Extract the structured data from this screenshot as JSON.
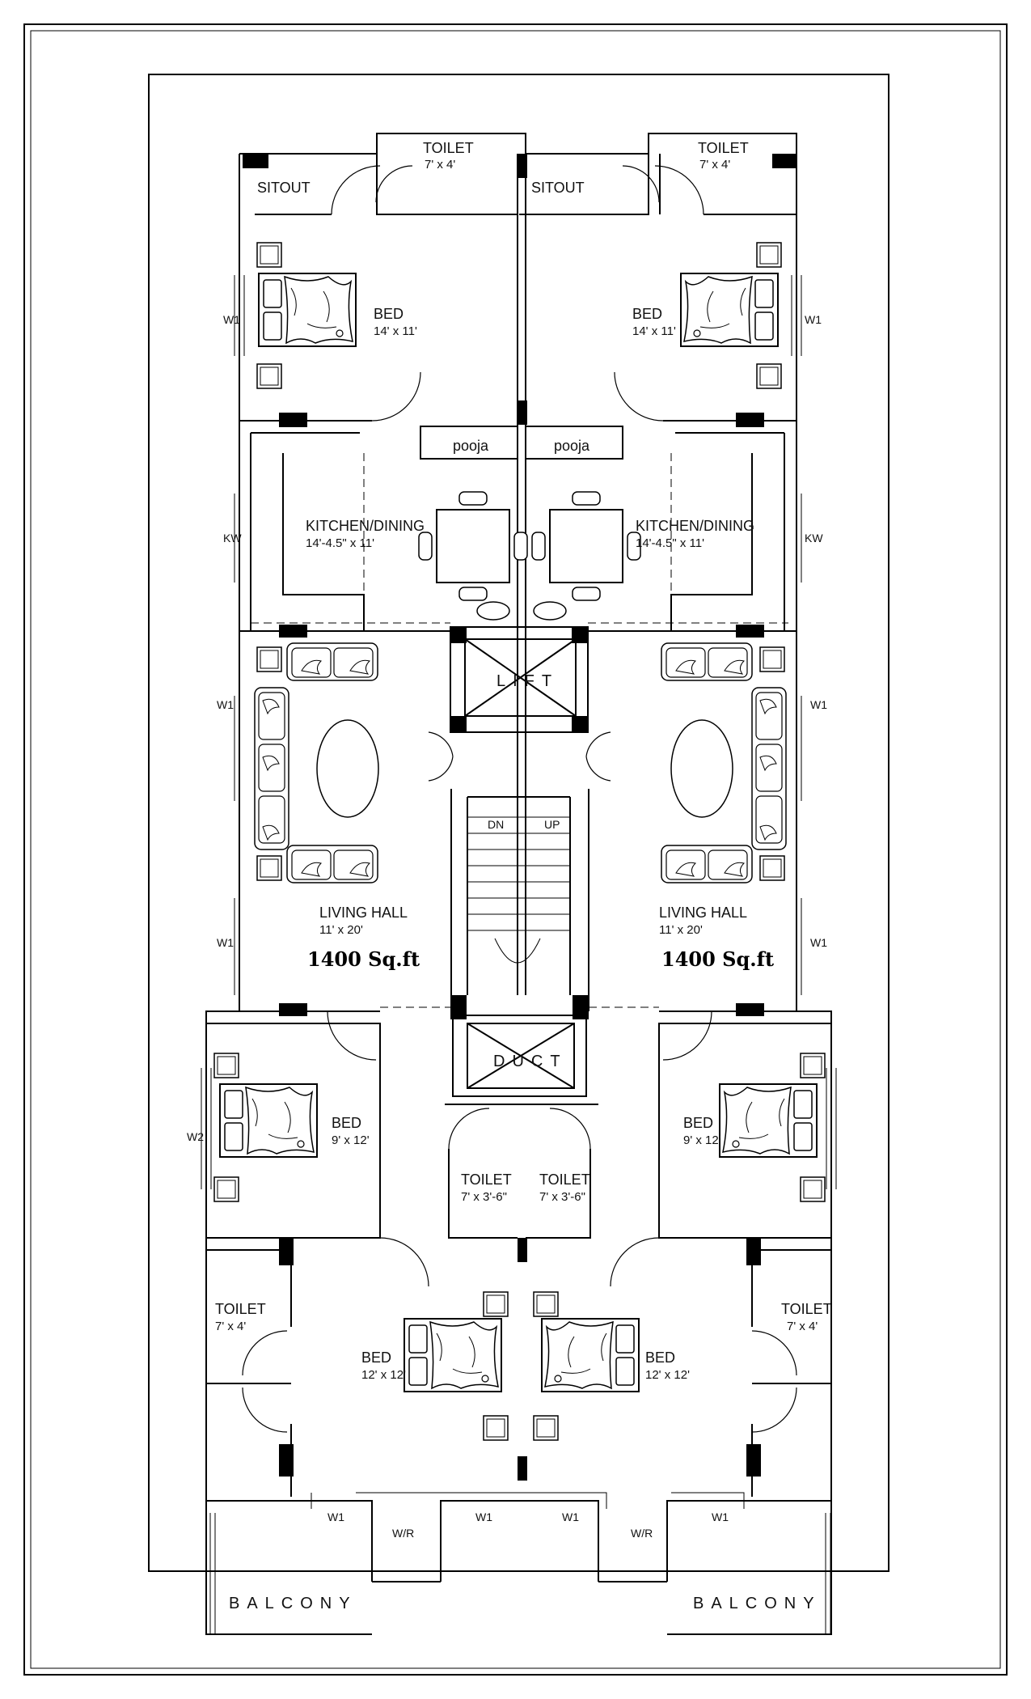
{
  "plan": {
    "sitout": [
      "SITOUT",
      "SITOUT"
    ],
    "toilet_top": [
      {
        "name": "TOILET",
        "dim": "7' x 4'"
      },
      {
        "name": "TOILET",
        "dim": "7' x 4'"
      }
    ],
    "bed_top": [
      {
        "name": "BED",
        "dim": "14' x 11'"
      },
      {
        "name": "BED",
        "dim": "14' x 11'"
      }
    ],
    "pooja": [
      "pooja",
      "pooja"
    ],
    "kitchen": [
      {
        "name": "KITCHEN/DINING",
        "dim": "14'-4.5\" x 11'"
      },
      {
        "name": "KITCHEN/DINING",
        "dim": "14'-4.5\" x 11'"
      }
    ],
    "lift": "LIFT",
    "stairs": {
      "dn": "DN",
      "up": "UP"
    },
    "living": [
      {
        "name": "LIVING HALL",
        "dim": "11' x 20'",
        "area": "1400 Sq.ft"
      },
      {
        "name": "LIVING HALL",
        "dim": "11' x 20'",
        "area": "1400 Sq.ft"
      }
    ],
    "duct": "DUCT",
    "bed_mid": [
      {
        "name": "BED",
        "dim": "9' x 12'"
      },
      {
        "name": "BED",
        "dim": "9' x 12'"
      }
    ],
    "toilet_mid": [
      {
        "name": "TOILET",
        "dim": "7' x 3'-6\""
      },
      {
        "name": "TOILET",
        "dim": "7' x 3'-6\""
      }
    ],
    "toilet_low": [
      {
        "name": "TOILET",
        "dim": "7' x 4'"
      },
      {
        "name": "TOILET",
        "dim": "7' x 4'"
      }
    ],
    "bed_low": [
      {
        "name": "BED",
        "dim": "12' x 12'"
      },
      {
        "name": "BED",
        "dim": "12' x 12'"
      }
    ],
    "wr": [
      "W/R",
      "W/R"
    ],
    "balcony": [
      "BALCONY",
      "BALCONY"
    ],
    "windows": {
      "w1": "W1",
      "w2": "W2",
      "kw": "KW"
    }
  }
}
